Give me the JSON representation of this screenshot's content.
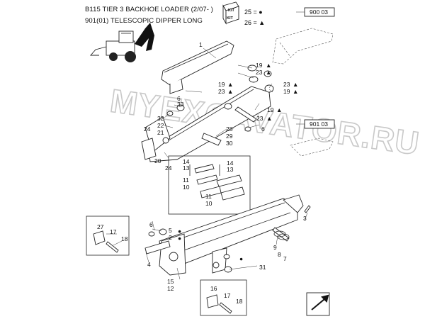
{
  "header": {
    "line1": "B115 TIER 3 BACKHOE LOADER (2/07- )",
    "line2": "901(01) TELESCOPIC DIPPER LONG"
  },
  "kit_legend": {
    "kit_label": "KIT",
    "row1": "25 = ●",
    "row2": "26 = ▲"
  },
  "references": {
    "ref_top": "900 03",
    "ref_mid": "901 03"
  },
  "watermark": "MYEXCAVATOR.RU",
  "labels": {
    "n1": "1",
    "n19a": "19",
    "n23a": "23",
    "n19b": "19",
    "n23b": "23",
    "n6a": "6",
    "n23c": "23",
    "n19c": "19",
    "n19d": "19",
    "n23d": "23",
    "n6b": "6",
    "n33": "33",
    "n32": "32",
    "n24a": "24",
    "n22": "22",
    "n21": "21",
    "n28": "28",
    "n29": "29",
    "n30": "30",
    "n20": "20",
    "n24b": "24",
    "n14a": "14",
    "n13a": "13",
    "n14b": "14",
    "n13b": "13",
    "n11": "11",
    "n10a": "10",
    "n11b": "11",
    "n10b": "10",
    "n3": "3",
    "n27": "27",
    "n17a": "17",
    "n18a": "18",
    "n6c": "6",
    "n5": "5",
    "n2": "2",
    "n4": "4",
    "n9": "9",
    "n8": "8",
    "n7": "7",
    "n31": "31",
    "n15": "15",
    "n12": "12",
    "n16": "16",
    "n17b": "17",
    "n18b": "18"
  }
}
